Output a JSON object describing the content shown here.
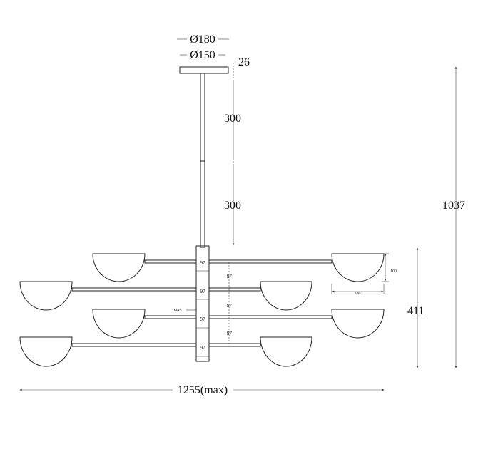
{
  "dimensions": {
    "canopy_outer_diameter": "Ø180",
    "canopy_inner_diameter": "Ø150",
    "canopy_height": "26",
    "rod_segment_1": "300",
    "rod_segment_2": "300",
    "total_height": "1037",
    "body_height": "411",
    "total_width": "1255(max)",
    "shade_height": "100",
    "shade_width": "180",
    "hub_diameter": "Ø45",
    "arm_spacing": "97",
    "hub_label": "97"
  }
}
